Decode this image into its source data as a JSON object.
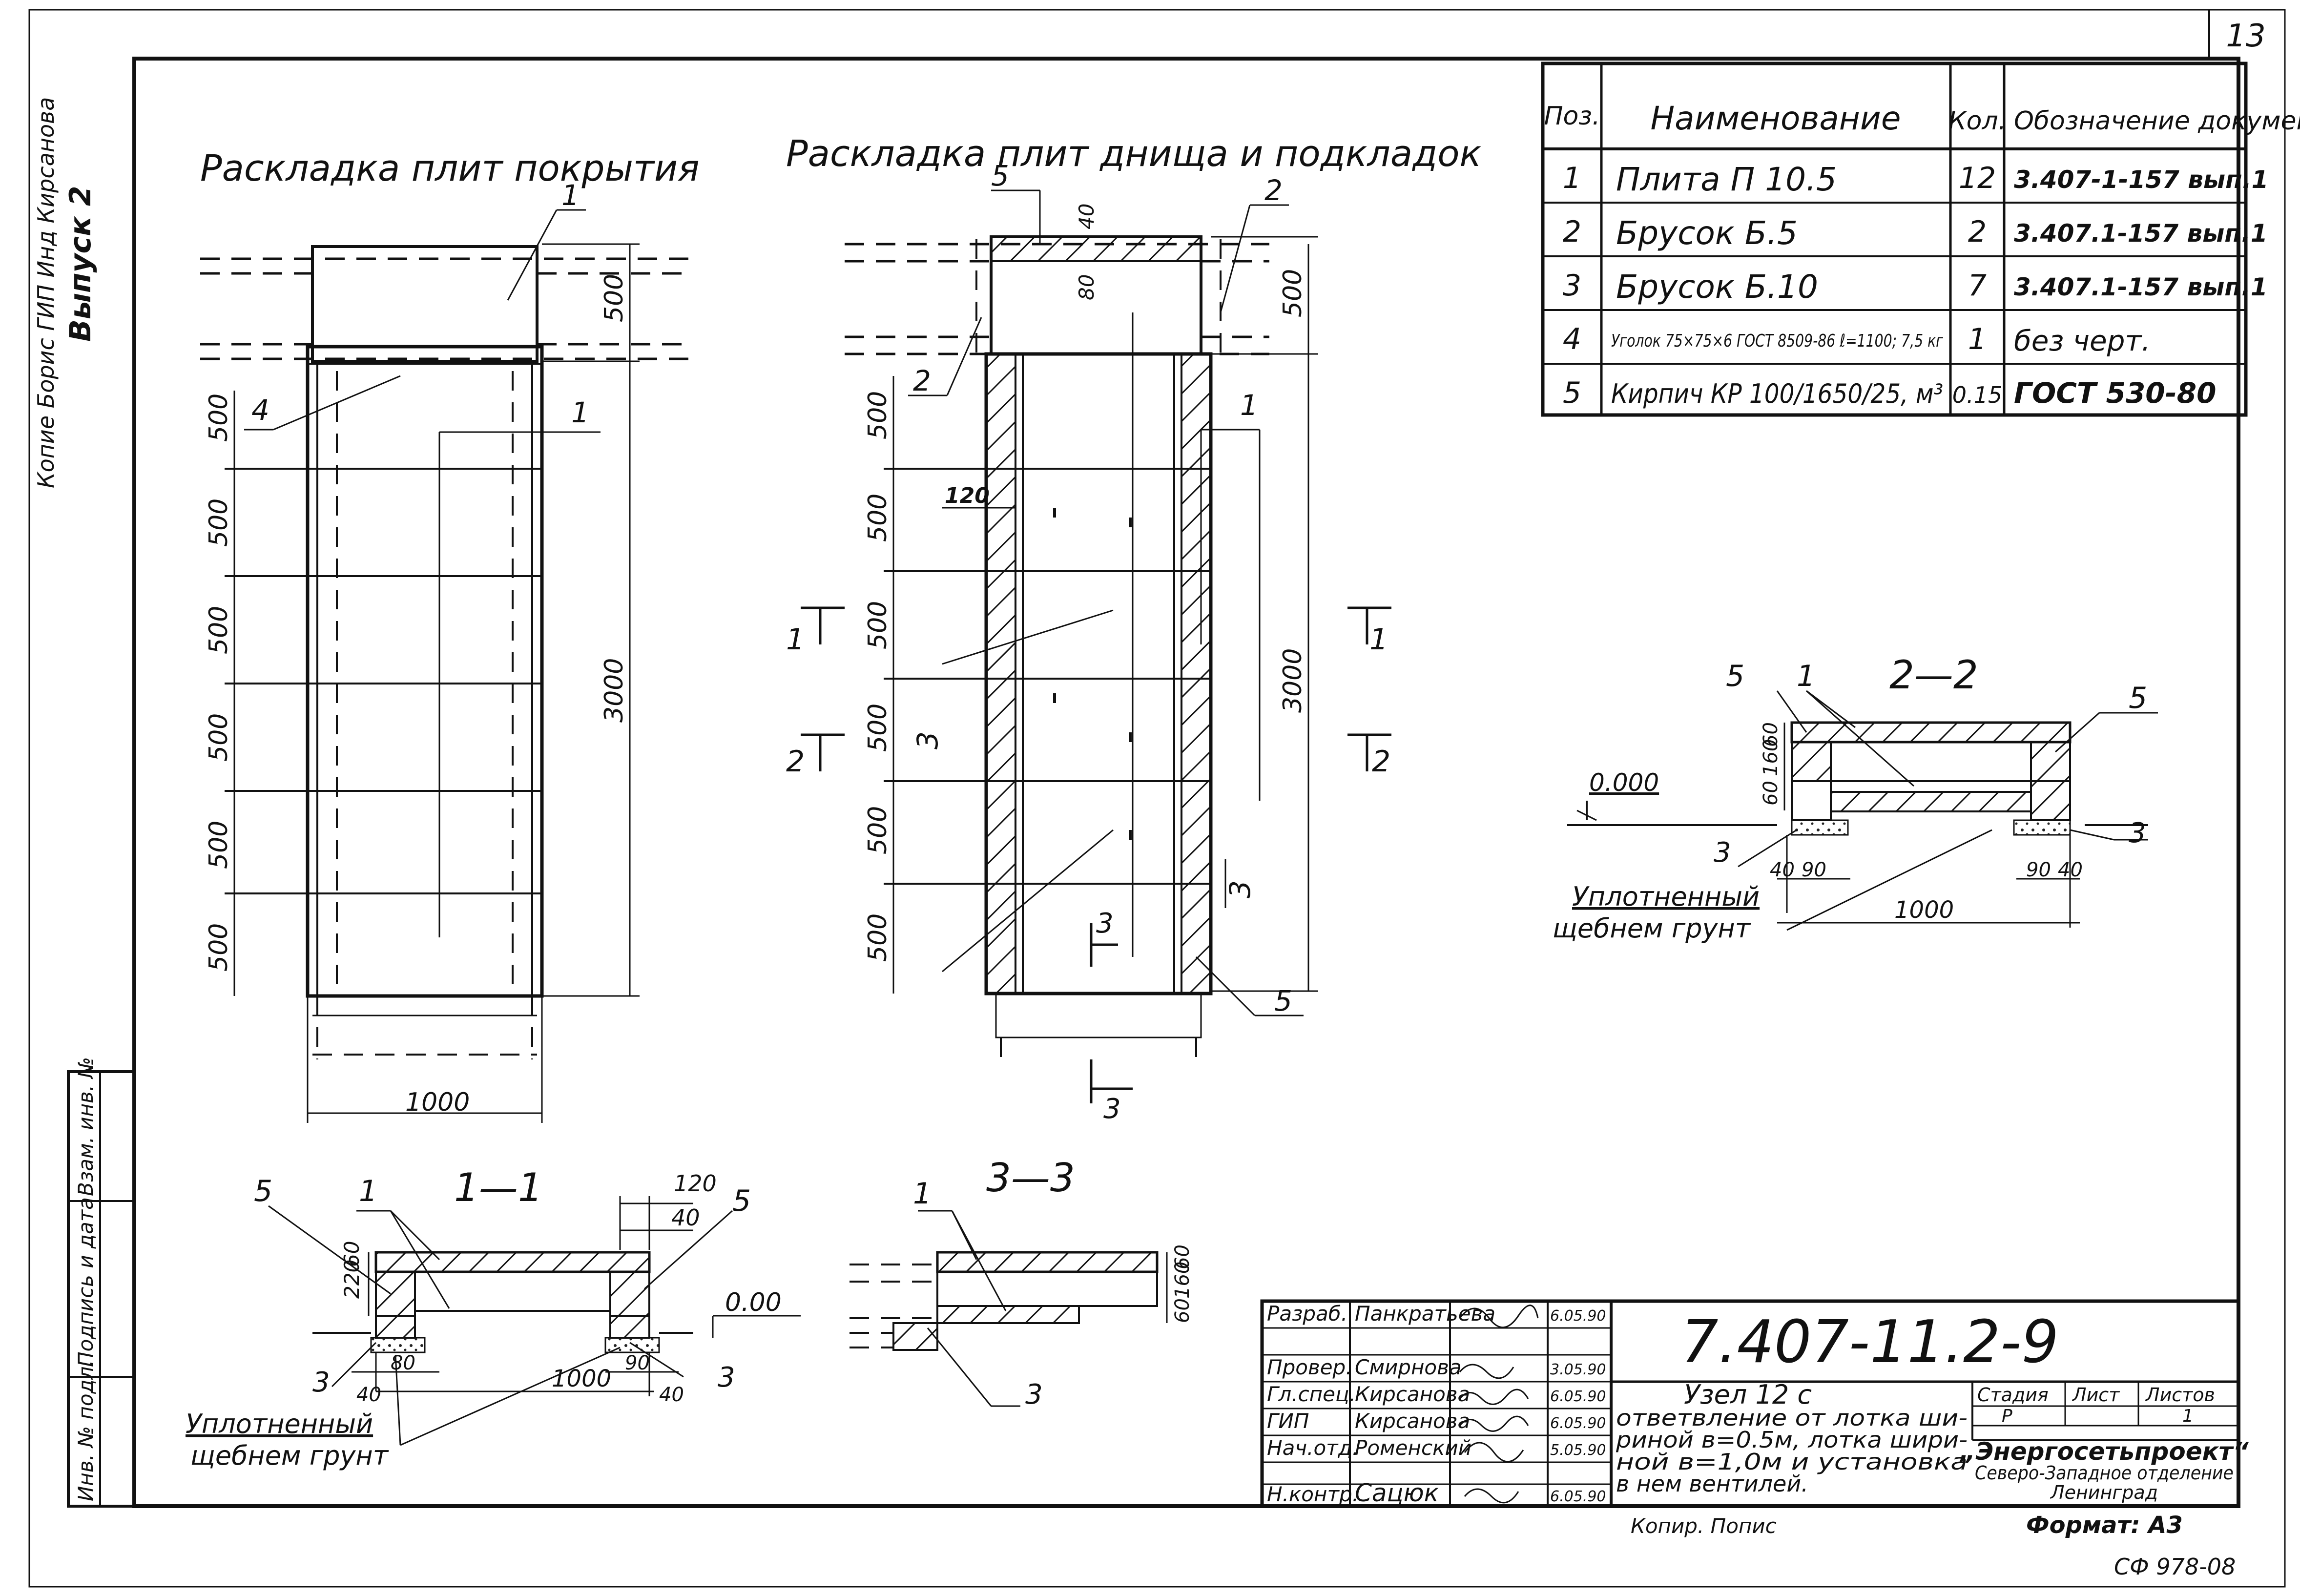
{
  "page": {
    "number": "13",
    "footer_code": "CФ 978-08"
  },
  "titles": {
    "cover_layout": "Раскладка плит покрытия",
    "bottom_layout": "Раскладка плит днища и подкладок",
    "section_1_1": "1—1",
    "section_2_2": "2—2",
    "section_3_3": "3—3"
  },
  "left_margin": {
    "issue": "Выпуск 2",
    "names": "Копие Борис ГИП Инд Кирсанова"
  },
  "spec_table": {
    "headers": [
      "Поз.",
      "Наименование",
      "Кол.",
      "Обозначение документа"
    ],
    "rows": [
      [
        "1",
        "Плита П 10.5",
        "12",
        "3.407-1-157 вып.1"
      ],
      [
        "2",
        "Брусок Б.5",
        "2",
        "3.407.1-157 вып.1"
      ],
      [
        "3",
        "Брусок Б.10",
        "7",
        "3.407.1-157 вып.1"
      ],
      [
        "4",
        "Уголок 75×75×6 ГОСТ 8509-86 ℓ=1100; 7,5 кг",
        "1",
        "без черт."
      ],
      [
        "5",
        "Кирпич КР 100/1650/25, м³",
        "0.15",
        "ГОСТ 530-80"
      ]
    ]
  },
  "cover_plan": {
    "dims_left": [
      "500",
      "500",
      "500",
      "500",
      "500",
      "500"
    ],
    "dim_top": "500",
    "dim_total": "3000",
    "dim_width": "1000",
    "pos_labels": [
      "1",
      "4",
      "1"
    ]
  },
  "bottom_plan": {
    "dims_left": [
      "500",
      "500",
      "500",
      "500",
      "500",
      "500"
    ],
    "dim_top": "500",
    "dim_total": "3000",
    "dim_40": "40",
    "dim_80": "80",
    "dim_120": "120",
    "pos_labels": [
      "5",
      "2",
      "2",
      "1",
      "3",
      "3",
      "5"
    ],
    "cut_1": "1",
    "cut_2": "2",
    "cut_3": "3"
  },
  "section_1_1": {
    "dims": [
      "220",
      "60",
      "120",
      "40",
      "80",
      "40",
      "1000",
      "90",
      "40"
    ],
    "level": "0.00",
    "pos": [
      "5",
      "1",
      "5",
      "3",
      "3"
    ],
    "soil": [
      "Уплотненный",
      "щебнем грунт"
    ]
  },
  "section_2_2": {
    "dims": [
      "60",
      "160",
      "60",
      "40",
      "90",
      "1000",
      "90",
      "40"
    ],
    "level": "0.000",
    "pos": [
      "5",
      "1",
      "5",
      "3",
      "3"
    ],
    "soil": [
      "Уплотненный",
      "щебнем грунт"
    ]
  },
  "section_3_3": {
    "dims": [
      "60",
      "160",
      "60"
    ],
    "pos": [
      "1",
      "3"
    ]
  },
  "stamp_left": {
    "labels": [
      "Инв. № подл.",
      "Подпись и дата",
      "Взам. инв. №"
    ]
  },
  "title_block": {
    "code": "7.407-11.2-9",
    "rows": [
      {
        "role": "Разраб.",
        "name": "Панкратьева",
        "date": "6.05.90"
      },
      {
        "role": "Провер.",
        "name": "Смирнова",
        "date": "3.05.90"
      },
      {
        "role": "Гл.спец.",
        "name": "Кирсанова",
        "date": "6.05.90"
      },
      {
        "role": "ГИП",
        "name": "Кирсанова",
        "date": "6.05.90"
      },
      {
        "role": "Нач.отд.",
        "name": "Роменский",
        "date": "5.05.90"
      },
      {
        "role": "Н.контр.",
        "name": "Сацюк",
        "date": "6.05.90"
      }
    ],
    "description": [
      "Узел 12 с",
      "ответвление от лотка ши-",
      "риной в=0.5м, лотка шири-",
      "ной в=1,0м и установка",
      "в нем вентилей."
    ],
    "stage_label": "Стадия",
    "sheet_label": "Лист",
    "sheets_label": "Листов",
    "stage": "Р",
    "sheets": "1",
    "org": [
      "„Энергосетьпроект“",
      "Северо-Западное отделение",
      "Ленинград"
    ],
    "copied": "Копир. Попис",
    "format": "Формат: А3"
  }
}
